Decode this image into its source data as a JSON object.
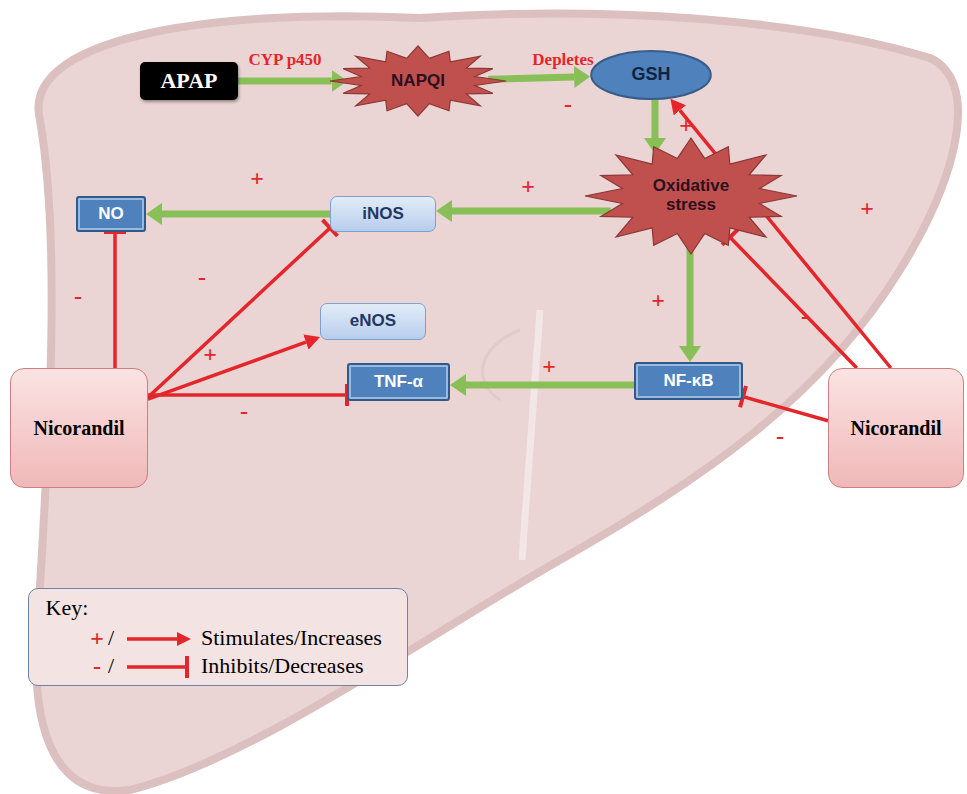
{
  "diagram": {
    "nodes": [
      {
        "text": [
          "APAP"
        ]
      },
      {
        "text": [
          "NAPQI"
        ]
      },
      {
        "text": [
          "GSH"
        ]
      },
      {
        "text": [
          "Oxidative stress"
        ]
      },
      {
        "text": [
          "iNOS"
        ]
      },
      {
        "text": [
          "NO"
        ]
      },
      {
        "text": [
          "eNOS"
        ]
      },
      {
        "text": [
          "TNF-α"
        ]
      },
      {
        "text": [
          "NF-κB"
        ]
      },
      {
        "text": [
          "Nicorandil"
        ]
      },
      {
        "text": [
          "Nicorandil"
        ]
      }
    ],
    "edges": [
      {
        "from": 0,
        "to": 1,
        "arrow": "to",
        "label": "CYP p450"
      },
      {
        "from": 1,
        "to": 2,
        "arrow": "to",
        "label": "Depletes"
      },
      {
        "from": 2,
        "to": 3,
        "arrow": "to",
        "label": "+"
      },
      {
        "from": 3,
        "to": 4,
        "arrow": "to",
        "label": "+"
      },
      {
        "from": 4,
        "to": 5,
        "arrow": "to",
        "label": "+"
      },
      {
        "from": 3,
        "to": 8,
        "arrow": "to",
        "label": "+"
      },
      {
        "from": 8,
        "to": 7,
        "arrow": "to",
        "label": "+"
      },
      {
        "from": 9,
        "to": 5,
        "arrow": "to",
        "label": "-"
      },
      {
        "from": 9,
        "to": 4,
        "arrow": "to",
        "label": "-"
      },
      {
        "from": 9,
        "to": 6,
        "arrow": "to",
        "label": "+"
      },
      {
        "from": 9,
        "to": 7,
        "arrow": "to",
        "label": "-"
      },
      {
        "from": 10,
        "to": 2,
        "arrow": "to",
        "label": "+"
      },
      {
        "from": 10,
        "to": 3,
        "arrow": "to",
        "label": "-"
      },
      {
        "from": 10,
        "to": 8,
        "arrow": "to",
        "label": "-"
      }
    ],
    "labels": [
      "-",
      "Key:",
      "+",
      "/",
      "-",
      "/"
    ],
    "legend": [
      {
        "text": "Stimulates/Increases"
      },
      {
        "text": "Inhibits/Decreases"
      }
    ]
  }
}
